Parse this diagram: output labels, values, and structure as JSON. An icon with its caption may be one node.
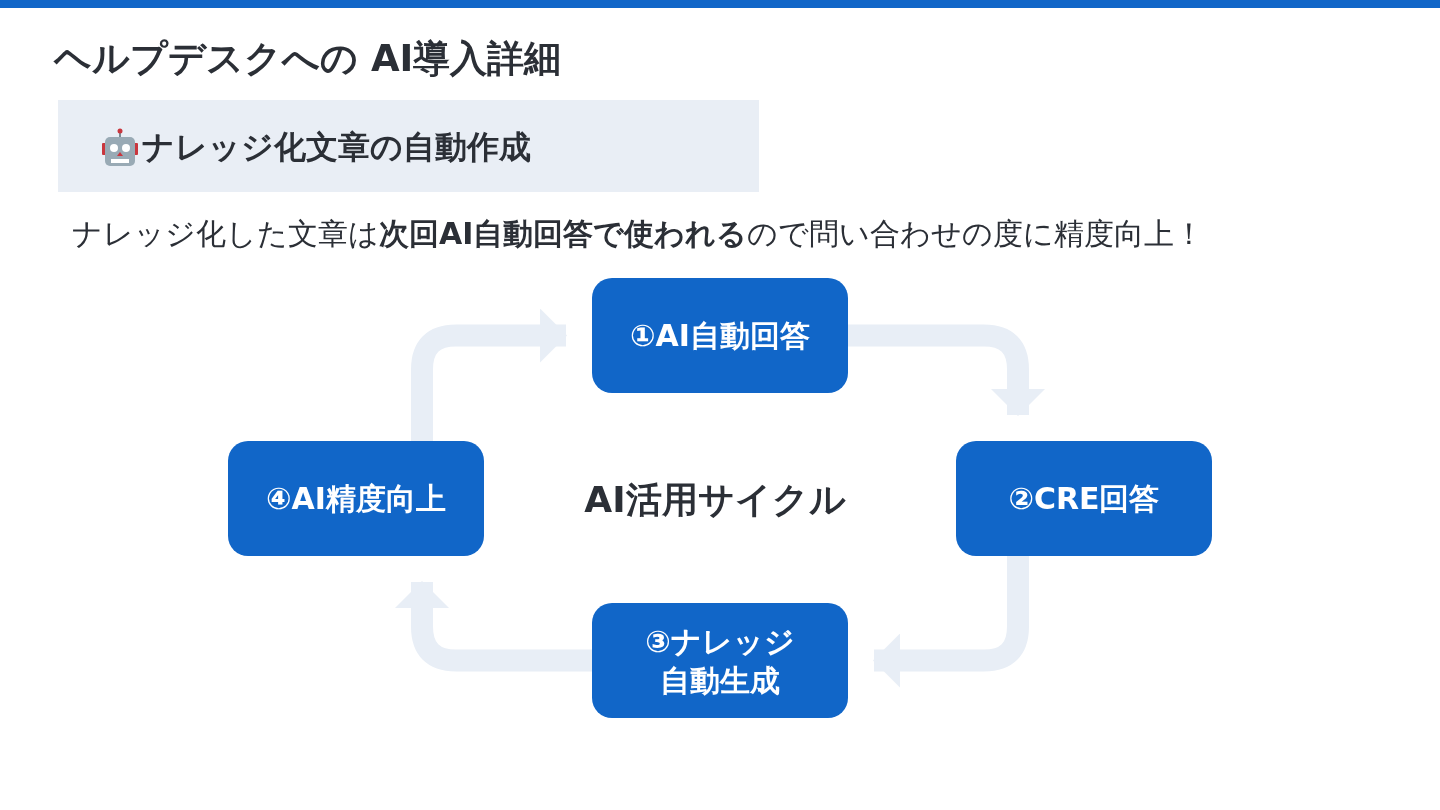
{
  "diagram": {
    "title": "ヘルプデスクへの AI導入詳細",
    "nodes": [
      {
        "text": [
          "ナレッジ化文章の自動作成"
        ]
      },
      {
        "text": [
          "①AI自動回答"
        ]
      },
      {
        "text": [
          "②CRE回答"
        ]
      },
      {
        "text": [
          "③ナレッジ自動生成"
        ]
      },
      {
        "text": [
          "④AI精度向上"
        ]
      }
    ],
    "edges": [
      {
        "from": 1,
        "to": 2,
        "arrow": "to"
      },
      {
        "from": 2,
        "to": 3,
        "arrow": "to"
      },
      {
        "from": 3,
        "to": 4,
        "arrow": "to"
      },
      {
        "from": 4,
        "to": 1,
        "arrow": "to"
      }
    ],
    "labels": [
      "ナレッジ化した文章は**次回AI自動回答で使われる**ので問い合わせの度に精度向上！",
      "AI活用サイクル"
    ]
  }
}
